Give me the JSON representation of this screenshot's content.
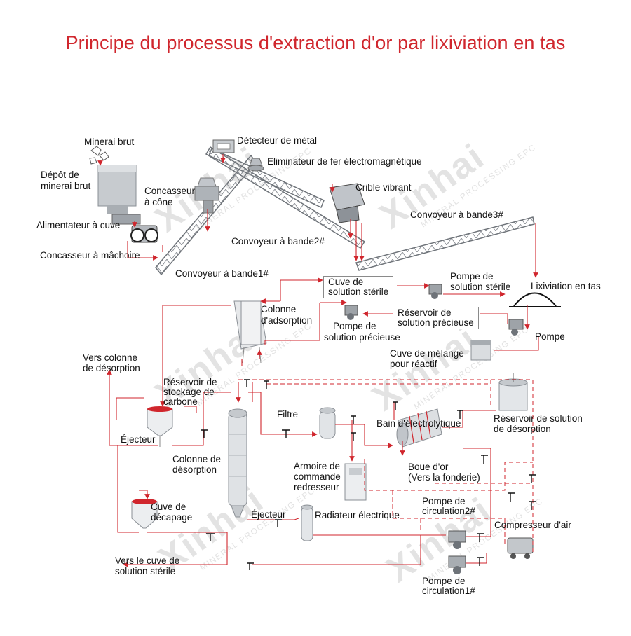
{
  "title": "Principe du processus d'extraction d'or par lixiviation en tas",
  "labels": {
    "minerai_brut": "Minerai brut",
    "depot_l1": "Dépôt de",
    "depot_l2": "minerai brut",
    "alimentateur": "Alimentateur à cuve",
    "concasseur_machoire": "Concasseur à mâchoire",
    "concasseur_cone_l1": "Concasseur",
    "concasseur_cone_l2": "à cône",
    "detecteur": "Détecteur de métal",
    "eliminateur": "Eliminateur de fer électromagnétique",
    "crible": "Crible vibrant",
    "convoyeur1": "Convoyeur à bande1#",
    "convoyeur2": "Convoyeur à bande2#",
    "convoyeur3": "Convoyeur à bande3#",
    "cuve_sterile_l1": "Cuve de",
    "cuve_sterile_l2": "solution stérile",
    "pompe_sterile_l1": "Pompe de",
    "pompe_sterile_l2": "solution stérile",
    "lixiviation": "Lixiviation en tas",
    "colonne_ads_l1": "Colonne",
    "colonne_ads_l2": "d'adsorption",
    "reservoir_prec_l1": "Réservoir de",
    "reservoir_prec_l2": "solution précieuse",
    "pompe_prec_l1": "Pompe de",
    "pompe_prec_l2": "solution précieuse",
    "pompe": "Pompe",
    "cuve_melange_l1": "Cuve de mélange",
    "cuve_melange_l2": "pour réactif",
    "vers_colonne_l1": "Vers colonne",
    "vers_colonne_l2": "de désorption",
    "stockage_l1": "Réservoir de",
    "stockage_l2": "stockage de",
    "stockage_l3": "carbone",
    "ejecteur1": "Éjecteur",
    "filtre": "Filtre",
    "bain": "Bain d'électrolytique",
    "reservoir_des_l1": "Réservoir de solution",
    "reservoir_des_l2": "de désorption",
    "colonne_des_l1": "Colonne de",
    "colonne_des_l2": "désorption",
    "armoire_l1": "Armoire de",
    "armoire_l2": "commande",
    "armoire_l3": "redresseur",
    "boue_l1": "Boue d'or",
    "boue_l2": "(Vers la fonderie)",
    "cuve_decapage_l1": "Cuve de",
    "cuve_decapage_l2": "décapage",
    "ejecteur2": "Éjecteur",
    "radiateur": "Radiateur électrique",
    "pompe_circ2_l1": "Pompe de",
    "pompe_circ2_l2": "circulation2#",
    "compresseur": "Compresseur d'air",
    "vers_cuve_l1": "Vers le cuve de",
    "vers_cuve_l2": "solution stérile",
    "pompe_circ1_l1": "Pompe de",
    "pompe_circ1_l2": "circulation1#"
  },
  "watermark": {
    "brand": "Xinhai",
    "tagline": "MINERAL PROCESSING EPC"
  },
  "colors": {
    "title": "#d0262d",
    "flow": "#d0262d",
    "dashed": "#d0262d",
    "equipment": "#9aa0a6"
  }
}
